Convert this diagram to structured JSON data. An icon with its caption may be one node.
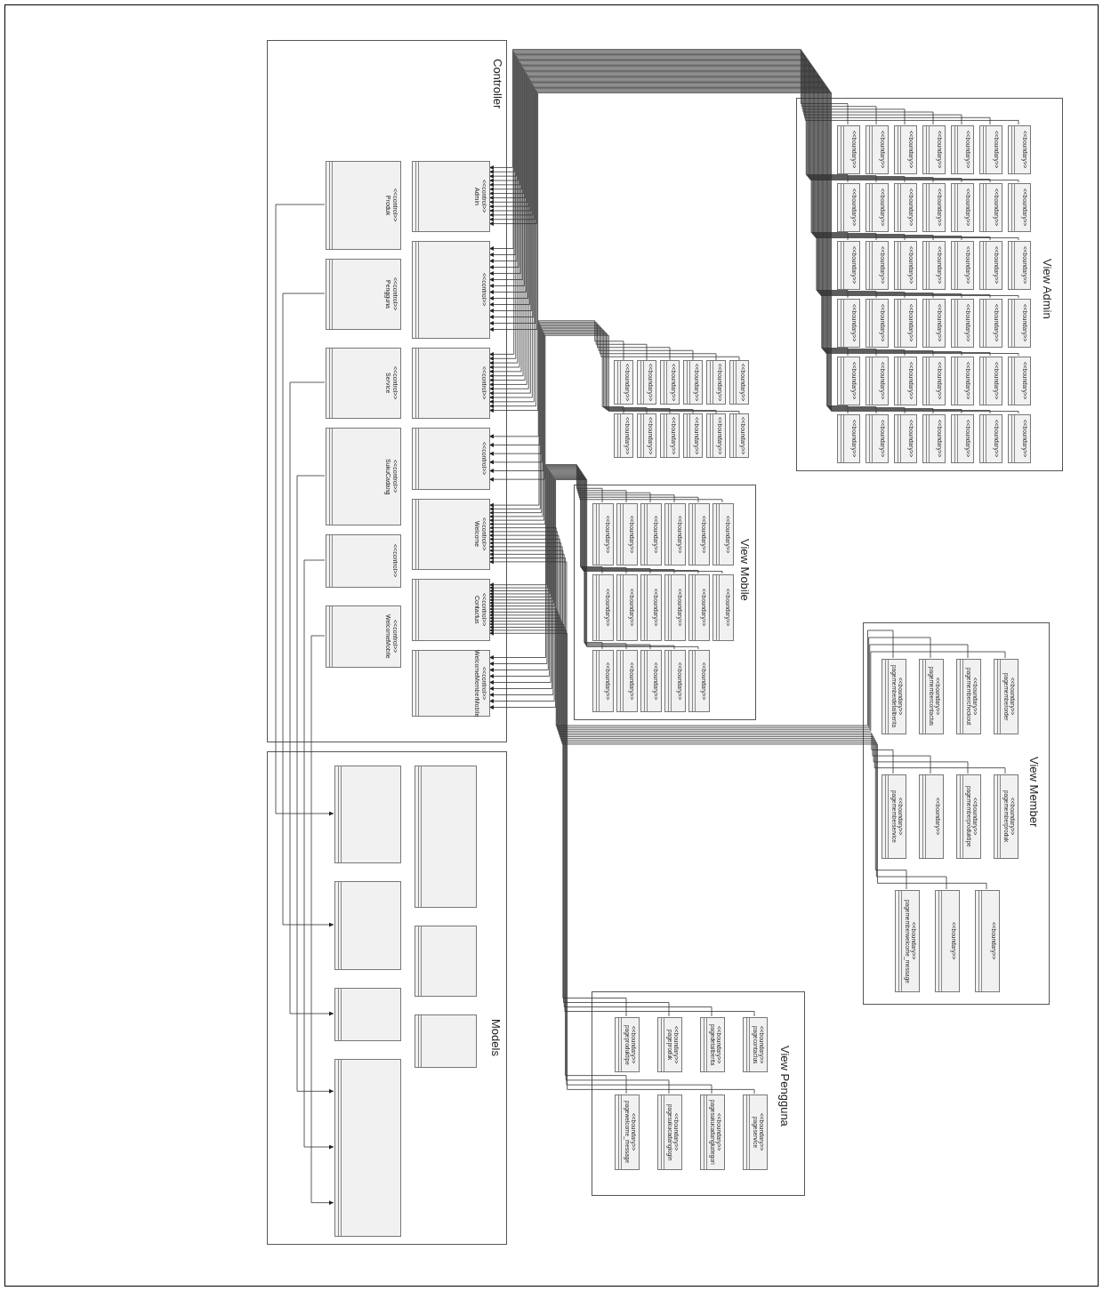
{
  "diagram": {
    "nodes": [
      {
        "text": [
          "Controller"
        ]
      },
      {
        "text": [
          "<<control>>",
          "Produk"
        ],
        "in": 0
      },
      {
        "text": [
          "<<control>>",
          "Admin"
        ],
        "in": 0
      },
      {
        "text": [
          "<<control>>",
          "Pengguna"
        ],
        "in": 0
      },
      {
        "text": [
          "<<control>>"
        ],
        "in": 0
      },
      {
        "text": [
          "<<control>>",
          "Service"
        ],
        "in": 0
      },
      {
        "text": [
          "<<control>>"
        ],
        "in": 0
      },
      {
        "text": [
          "<<control>>",
          "SukuCadang"
        ],
        "in": 0
      },
      {
        "text": [
          "<<control>>"
        ],
        "in": 0
      },
      {
        "text": [
          "<<control>>",
          "Welcome"
        ],
        "in": 0
      },
      {
        "text": [
          "<<control>>"
        ],
        "in": 0
      },
      {
        "text": [
          "<<control>>",
          "Contactus"
        ],
        "in": 0
      },
      {
        "text": [
          "<<control>>",
          "WelcomeMobile"
        ],
        "in": 0
      },
      {
        "text": [
          "<<control>>",
          "WelcomeMemberMobile"
        ],
        "in": 0
      },
      {
        "text": [
          "Models"
        ]
      },
      {
        "text": [],
        "shape": "box",
        "in": 14
      },
      {
        "text": [],
        "shape": "box",
        "in": 14
      },
      {
        "text": [],
        "shape": "box",
        "in": 14
      },
      {
        "text": [],
        "shape": "box",
        "in": 14
      },
      {
        "text": [],
        "shape": "box",
        "in": 14
      },
      {
        "text": [],
        "shape": "box",
        "in": 14
      },
      {
        "text": [],
        "shape": "box",
        "in": 14
      },
      {
        "text": [
          "View Admin"
        ]
      },
      {
        "text": [
          "<<boundary>>"
        ],
        "in": 22
      },
      {
        "text": [
          "<<boundary>>"
        ],
        "in": 22
      },
      {
        "text": [
          "<<boundary>>"
        ],
        "in": 22
      },
      {
        "text": [
          "<<boundary>>"
        ],
        "in": 22
      },
      {
        "text": [
          "<<boundary>>"
        ],
        "in": 22
      },
      {
        "text": [
          "<<boundary>>"
        ],
        "in": 22
      },
      {
        "text": [
          "<<boundary>>"
        ],
        "in": 22
      },
      {
        "text": [
          "<<boundary>>"
        ],
        "in": 22
      },
      {
        "text": [
          "<<boundary>>"
        ],
        "in": 22
      },
      {
        "text": [
          "<<boundary>>"
        ],
        "in": 22
      },
      {
        "text": [
          "<<boundary>>"
        ],
        "in": 22
      },
      {
        "text": [
          "<<boundary>>"
        ],
        "in": 22
      },
      {
        "text": [
          "<<boundary>>"
        ],
        "in": 22
      },
      {
        "text": [
          "<<boundary>>"
        ],
        "in": 22
      },
      {
        "text": [
          "<<boundary>>"
        ],
        "in": 22
      },
      {
        "text": [
          "<<boundary>>"
        ],
        "in": 22
      },
      {
        "text": [
          "<<boundary>>"
        ],
        "in": 22
      },
      {
        "text": [
          "<<boundary>>"
        ],
        "in": 22
      },
      {
        "text": [
          "<<boundary>>"
        ],
        "in": 22
      },
      {
        "text": [
          "<<boundary>>"
        ],
        "in": 22
      },
      {
        "text": [
          "<<boundary>>"
        ],
        "in": 22
      },
      {
        "text": [
          "<<boundary>>"
        ],
        "in": 22
      },
      {
        "text": [
          "<<boundary>>"
        ],
        "in": 22
      },
      {
        "text": [
          "<<boundary>>"
        ],
        "in": 22
      },
      {
        "text": [
          "<<boundary>>"
        ],
        "in": 22
      },
      {
        "text": [
          "<<boundary>>"
        ],
        "in": 22
      },
      {
        "text": [
          "<<boundary>>"
        ],
        "in": 22
      },
      {
        "text": [
          "<<boundary>>"
        ],
        "in": 22
      },
      {
        "text": [
          "<<boundary>>"
        ],
        "in": 22
      },
      {
        "text": [
          "<<boundary>>"
        ],
        "in": 22
      },
      {
        "text": [
          "<<boundary>>"
        ],
        "in": 22
      },
      {
        "text": [
          "<<boundary>>"
        ],
        "in": 22
      },
      {
        "text": [
          "<<boundary>>"
        ],
        "in": 22
      },
      {
        "text": [
          "<<boundary>>"
        ],
        "in": 22
      },
      {
        "text": [
          "<<boundary>>"
        ],
        "in": 22
      },
      {
        "text": [
          "<<boundary>>"
        ],
        "in": 22
      },
      {
        "text": [
          "<<boundary>>"
        ],
        "in": 22
      },
      {
        "text": [
          "<<boundary>>"
        ],
        "in": 22
      },
      {
        "text": [
          "<<boundary>>"
        ],
        "in": 22
      },
      {
        "text": [
          "<<boundary>>"
        ],
        "in": 22
      },
      {
        "text": [
          "<<boundary>>"
        ],
        "in": 22
      },
      {
        "text": [
          "<<boundary>>"
        ],
        "in": 22
      },
      {
        "text": [
          "<<boundary>>"
        ]
      },
      {
        "text": [
          "<<boundary>>"
        ]
      },
      {
        "text": [
          "<<boundary>>"
        ]
      },
      {
        "text": [
          "<<boundary>>"
        ]
      },
      {
        "text": [
          "<<boundary>>"
        ]
      },
      {
        "text": [
          "<<boundary>>"
        ]
      },
      {
        "text": [
          "<<boundary>>"
        ]
      },
      {
        "text": [
          "<<boundary>>"
        ]
      },
      {
        "text": [
          "<<boundary>>"
        ]
      },
      {
        "text": [
          "<<boundary>>"
        ]
      },
      {
        "text": [
          "<<boundary>>"
        ]
      },
      {
        "text": [
          "<<boundary>>"
        ]
      },
      {
        "text": [
          "View Mobile"
        ]
      },
      {
        "text": [
          "<<boundary>>"
        ],
        "in": 77
      },
      {
        "text": [
          "<<boundary>>"
        ],
        "in": 77
      },
      {
        "text": [
          "<<boundary>>"
        ],
        "in": 77
      },
      {
        "text": [
          "<<boundary>>"
        ],
        "in": 77
      },
      {
        "text": [
          "<<boundary>>"
        ],
        "in": 77
      },
      {
        "text": [
          "<<boundary>>"
        ],
        "in": 77
      },
      {
        "text": [
          "<<boundary>>"
        ],
        "in": 77
      },
      {
        "text": [
          "<<boundary>>"
        ],
        "in": 77
      },
      {
        "text": [
          "<<boundary>>"
        ],
        "in": 77
      },
      {
        "text": [
          "<<boundary>>"
        ],
        "in": 77
      },
      {
        "text": [
          "<<boundary>>"
        ],
        "in": 77
      },
      {
        "text": [
          "<<boundary>>"
        ],
        "in": 77
      },
      {
        "text": [
          "<<boundary>>"
        ],
        "in": 77
      },
      {
        "text": [
          "<<boundary>>"
        ],
        "in": 77
      },
      {
        "text": [
          "<<boundary>>"
        ],
        "in": 77
      },
      {
        "text": [
          "<<boundary>>"
        ],
        "in": 77
      },
      {
        "text": [
          "<<boundary>>"
        ],
        "in": 77
      },
      {
        "text": [
          "View Member"
        ]
      },
      {
        "text": [
          "<<boundary>>",
          "pagememberdetailberita"
        ],
        "in": 95
      },
      {
        "text": [
          "<<boundary>>",
          "pagemembercontactus"
        ],
        "in": 95
      },
      {
        "text": [
          "<<boundary>>",
          "pagemembercheckout"
        ],
        "in": 95
      },
      {
        "text": [
          "<<boundary>>",
          "pagememberorder"
        ],
        "in": 95
      },
      {
        "text": [
          "<<boundary>>",
          "pagememberservice"
        ],
        "in": 95
      },
      {
        "text": [
          "<<boundary>>"
        ],
        "in": 95
      },
      {
        "text": [
          "<<boundary>>",
          "pagememberproduktipe"
        ],
        "in": 95
      },
      {
        "text": [
          "<<boundary>>",
          "pagememberproduk"
        ],
        "in": 95
      },
      {
        "text": [
          "<<boundary>>",
          "pagememberwelcome_message"
        ],
        "in": 95
      },
      {
        "text": [
          "<<boundary>>"
        ],
        "in": 95
      },
      {
        "text": [
          "<<boundary>>"
        ],
        "in": 95
      },
      {
        "text": [
          "View Pengguna"
        ]
      },
      {
        "text": [
          "<<boundary>>",
          "pageproduktipe"
        ],
        "in": 107
      },
      {
        "text": [
          "<<boundary>>",
          "pageproduk"
        ],
        "in": 107
      },
      {
        "text": [
          "<<boundary>>",
          "pagedetailberita"
        ],
        "in": 107
      },
      {
        "text": [
          "<<boundary>>",
          "pagecontactus"
        ],
        "in": 107
      },
      {
        "text": [
          "<<boundary>>",
          "pagewelcome_message"
        ],
        "in": 107
      },
      {
        "text": [
          "<<boundary>>",
          "pagesukucadanglogin"
        ],
        "in": 107
      },
      {
        "text": [
          "<<boundary>>",
          "pagesukucadangkategori"
        ],
        "in": 107
      },
      {
        "text": [
          "<<boundary>>",
          "pageservice"
        ],
        "in": 107
      }
    ],
    "edges": [
      {
        "from": 23,
        "to": 2,
        "arrow": "to"
      },
      {
        "from": 24,
        "to": 4,
        "arrow": "to"
      },
      {
        "from": 25,
        "to": 6,
        "arrow": "to"
      },
      {
        "from": 26,
        "to": 2,
        "arrow": "to"
      },
      {
        "from": 27,
        "to": 4,
        "arrow": "to"
      },
      {
        "from": 28,
        "to": 6,
        "arrow": "to"
      },
      {
        "from": 29,
        "to": 2,
        "arrow": "to"
      },
      {
        "from": 30,
        "to": 4,
        "arrow": "to"
      },
      {
        "from": 31,
        "to": 6,
        "arrow": "to"
      },
      {
        "from": 32,
        "to": 2,
        "arrow": "to"
      },
      {
        "from": 33,
        "to": 4,
        "arrow": "to"
      },
      {
        "from": 34,
        "to": 6,
        "arrow": "to"
      },
      {
        "from": 35,
        "to": 2,
        "arrow": "to"
      },
      {
        "from": 36,
        "to": 4,
        "arrow": "to"
      },
      {
        "from": 37,
        "to": 6,
        "arrow": "to"
      },
      {
        "from": 38,
        "to": 2,
        "arrow": "to"
      },
      {
        "from": 39,
        "to": 4,
        "arrow": "to"
      },
      {
        "from": 40,
        "to": 6,
        "arrow": "to"
      },
      {
        "from": 41,
        "to": 2,
        "arrow": "to"
      },
      {
        "from": 42,
        "to": 4,
        "arrow": "to"
      },
      {
        "from": 43,
        "to": 6,
        "arrow": "to"
      },
      {
        "from": 44,
        "to": 2,
        "arrow": "to"
      },
      {
        "from": 45,
        "to": 4,
        "arrow": "to"
      },
      {
        "from": 46,
        "to": 6,
        "arrow": "to"
      },
      {
        "from": 47,
        "to": 2,
        "arrow": "to"
      },
      {
        "from": 48,
        "to": 4,
        "arrow": "to"
      },
      {
        "from": 49,
        "to": 6,
        "arrow": "to"
      },
      {
        "from": 50,
        "to": 2,
        "arrow": "to"
      },
      {
        "from": 51,
        "to": 4,
        "arrow": "to"
      },
      {
        "from": 52,
        "to": 6,
        "arrow": "to"
      },
      {
        "from": 53,
        "to": 2,
        "arrow": "to"
      },
      {
        "from": 54,
        "to": 4,
        "arrow": "to"
      },
      {
        "from": 55,
        "to": 6,
        "arrow": "to"
      },
      {
        "from": 56,
        "to": 2,
        "arrow": "to"
      },
      {
        "from": 57,
        "to": 4,
        "arrow": "to"
      },
      {
        "from": 58,
        "to": 6,
        "arrow": "to"
      },
      {
        "from": 59,
        "to": 2,
        "arrow": "to"
      },
      {
        "from": 60,
        "to": 4,
        "arrow": "to"
      },
      {
        "from": 61,
        "to": 6,
        "arrow": "to"
      },
      {
        "from": 62,
        "to": 2,
        "arrow": "to"
      },
      {
        "from": 63,
        "to": 4,
        "arrow": "to"
      },
      {
        "from": 64,
        "to": 6,
        "arrow": "to"
      },
      {
        "from": 65,
        "to": 8,
        "arrow": "to"
      },
      {
        "from": 66,
        "to": 9,
        "arrow": "to"
      },
      {
        "from": 67,
        "to": 8,
        "arrow": "to"
      },
      {
        "from": 68,
        "to": 9,
        "arrow": "to"
      },
      {
        "from": 69,
        "to": 8,
        "arrow": "to"
      },
      {
        "from": 70,
        "to": 9,
        "arrow": "to"
      },
      {
        "from": 71,
        "to": 8,
        "arrow": "to"
      },
      {
        "from": 72,
        "to": 9,
        "arrow": "to"
      },
      {
        "from": 73,
        "to": 8,
        "arrow": "to"
      },
      {
        "from": 74,
        "to": 9,
        "arrow": "to"
      },
      {
        "from": 75,
        "to": 8,
        "arrow": "to"
      },
      {
        "from": 76,
        "to": 9,
        "arrow": "to"
      },
      {
        "from": 78,
        "to": 13,
        "arrow": "to"
      },
      {
        "from": 79,
        "to": 11,
        "arrow": "to"
      },
      {
        "from": 80,
        "to": 13,
        "arrow": "to"
      },
      {
        "from": 81,
        "to": 11,
        "arrow": "to"
      },
      {
        "from": 82,
        "to": 13,
        "arrow": "to"
      },
      {
        "from": 83,
        "to": 11,
        "arrow": "to"
      },
      {
        "from": 84,
        "to": 13,
        "arrow": "to"
      },
      {
        "from": 85,
        "to": 11,
        "arrow": "to"
      },
      {
        "from": 86,
        "to": 13,
        "arrow": "to"
      },
      {
        "from": 87,
        "to": 11,
        "arrow": "to"
      },
      {
        "from": 88,
        "to": 13,
        "arrow": "to"
      },
      {
        "from": 89,
        "to": 11,
        "arrow": "to"
      },
      {
        "from": 90,
        "to": 13,
        "arrow": "to"
      },
      {
        "from": 91,
        "to": 11,
        "arrow": "to"
      },
      {
        "from": 92,
        "to": 13,
        "arrow": "to"
      },
      {
        "from": 93,
        "to": 11,
        "arrow": "to"
      },
      {
        "from": 94,
        "to": 13,
        "arrow": "to"
      },
      {
        "from": 96,
        "to": 9,
        "arrow": "to"
      },
      {
        "from": 97,
        "to": 11,
        "arrow": "to"
      },
      {
        "from": 98,
        "to": 9,
        "arrow": "to"
      },
      {
        "from": 99,
        "to": 11,
        "arrow": "to"
      },
      {
        "from": 100,
        "to": 9,
        "arrow": "to"
      },
      {
        "from": 101,
        "to": 11,
        "arrow": "to"
      },
      {
        "from": 102,
        "to": 9,
        "arrow": "to"
      },
      {
        "from": 103,
        "to": 11,
        "arrow": "to"
      },
      {
        "from": 104,
        "to": 9,
        "arrow": "to"
      },
      {
        "from": 105,
        "to": 11,
        "arrow": "to"
      },
      {
        "from": 106,
        "to": 9,
        "arrow": "to"
      },
      {
        "from": 108,
        "to": 9,
        "arrow": "to"
      },
      {
        "from": 109,
        "to": 11,
        "arrow": "to"
      },
      {
        "from": 110,
        "to": 9,
        "arrow": "to"
      },
      {
        "from": 111,
        "to": 11,
        "arrow": "to"
      },
      {
        "from": 112,
        "to": 9,
        "arrow": "to"
      },
      {
        "from": 113,
        "to": 11,
        "arrow": "to"
      },
      {
        "from": 114,
        "to": 9,
        "arrow": "to"
      },
      {
        "from": 115,
        "to": 11,
        "arrow": "to"
      },
      {
        "from": 1,
        "to": 15,
        "arrow": "to"
      },
      {
        "from": 3,
        "to": 17,
        "arrow": "to"
      },
      {
        "from": 5,
        "to": 19,
        "arrow": "to"
      },
      {
        "from": 7,
        "to": 21,
        "arrow": "to"
      },
      {
        "from": 10,
        "to": 21,
        "arrow": "to"
      },
      {
        "from": 12,
        "to": 21,
        "arrow": "to"
      }
    ]
  }
}
